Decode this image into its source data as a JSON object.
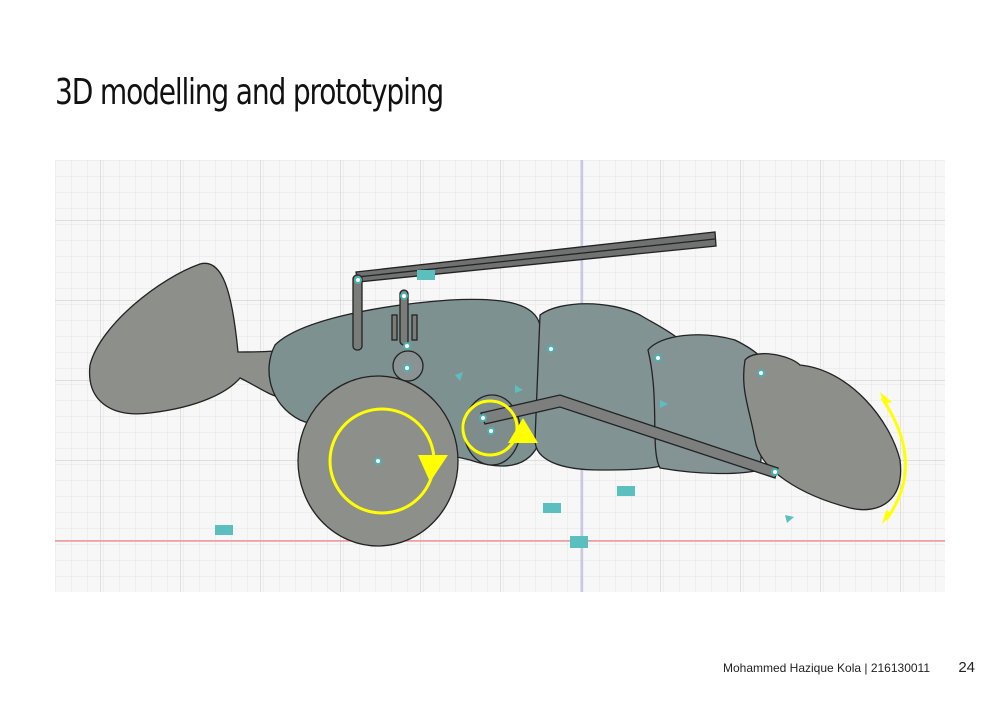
{
  "slide": {
    "title": "3D modelling and prototyping",
    "footer_author": "Mohammed Hazique Kola | 216130011",
    "page_number": "24"
  },
  "figure": {
    "description_icon": "cad-mechanism-model",
    "accent_color": "#ffff00",
    "body_color": "#8c8f8c",
    "joint_color": "#5bbfbf"
  }
}
